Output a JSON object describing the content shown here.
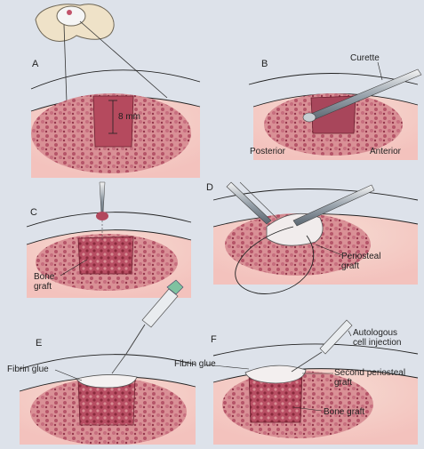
{
  "panels": [
    "A",
    "B",
    "C",
    "D",
    "E",
    "F"
  ],
  "labels": {
    "measure": "8 mm",
    "curette": "Curette",
    "posterior": "Posterior",
    "anterior": "Anterior",
    "bone_graft_c": "Bone\ngraft",
    "periosteal_graft": "Periosteal\ngraft",
    "fibrin_glue_e": "Fibrin glue",
    "fibrin_glue_f": "Fibrin glue",
    "autologous": "Autologous\ncell injection",
    "second_periosteal": "Second periosteal\ngraft",
    "bone_graft_f": "Bone graft"
  },
  "colors": {
    "background": "#dde2ea",
    "bone": "#f4ddd3",
    "marrow": "#c25a6b",
    "defect": "#8a2a3c",
    "cartilage": "#ece6e4",
    "instrument": "#9aa4ad"
  }
}
